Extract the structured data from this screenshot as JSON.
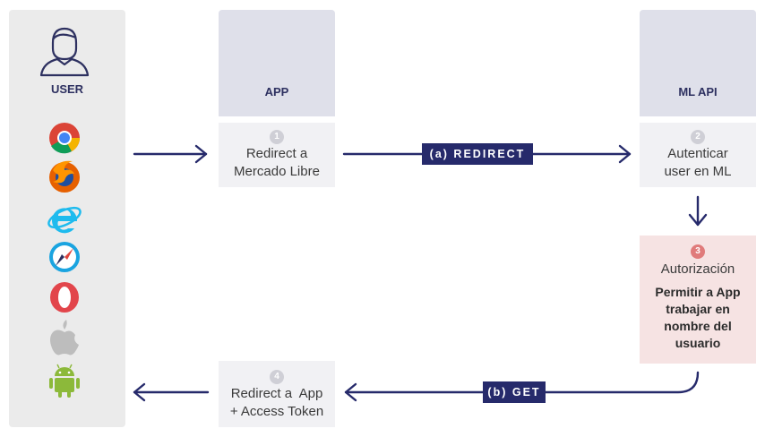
{
  "user": {
    "label": "USER"
  },
  "app": {
    "label": "APP"
  },
  "mlapi": {
    "label": "ML API"
  },
  "browsers": [
    "chrome-icon",
    "firefox-icon",
    "internet-explorer-icon",
    "safari-icon",
    "opera-icon",
    "apple-icon",
    "android-icon"
  ],
  "steps": {
    "s1": {
      "number": "1",
      "line1": "Redirect a",
      "line2": "Mercado Libre"
    },
    "s2": {
      "number": "2",
      "line1": "Autenticar",
      "line2": "user en ML"
    },
    "s3": {
      "number": "3",
      "title": "Autorización",
      "bold1": "Permitir a App",
      "bold2": "trabajar en",
      "bold3": "nombre del",
      "bold4": "usuario"
    },
    "s4": {
      "number": "4",
      "line1": "Redirect a  App",
      "line2": "+ Access Token"
    }
  },
  "arrows": {
    "a": "(a) REDIRECT",
    "b": "(b) GET"
  },
  "colors": {
    "navy": "#262a6b",
    "header": "#dfe0ea",
    "step": "#f1f1f4",
    "auth": "#f6e3e3",
    "user_panel": "#ebebeb"
  }
}
